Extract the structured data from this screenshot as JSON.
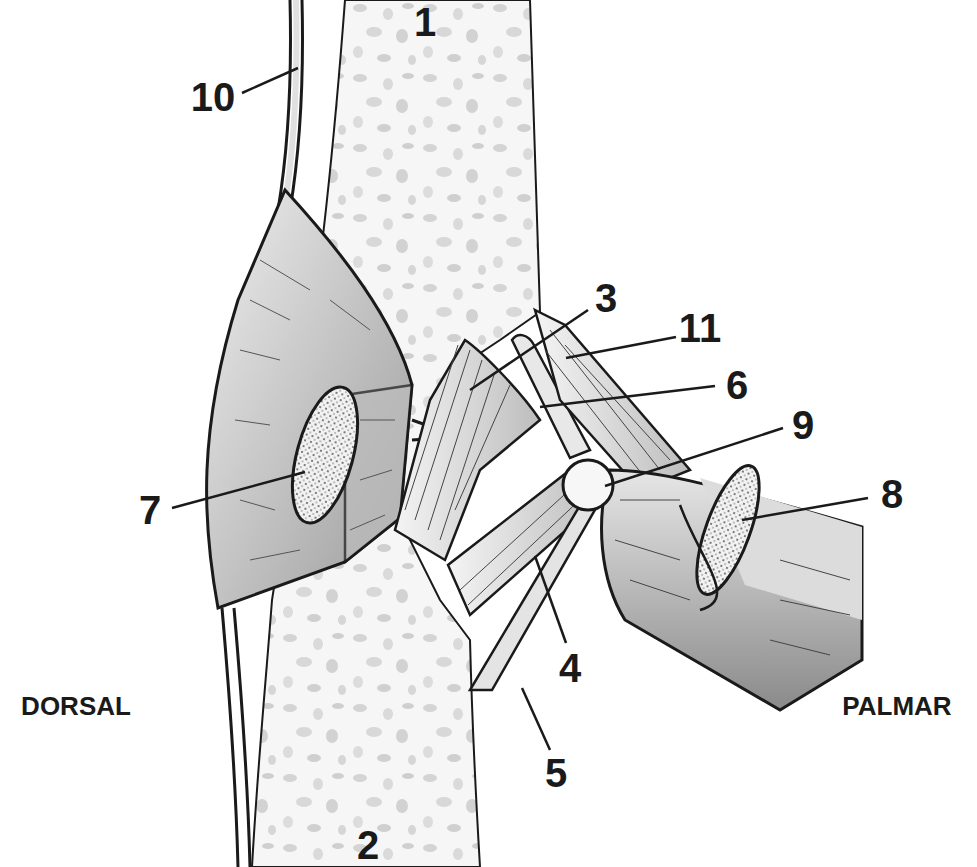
{
  "diagram": {
    "labels": [
      "1",
      "10",
      "3",
      "11",
      "6",
      "9",
      "8",
      "7",
      "4",
      "DORSAL",
      "PALMAR",
      "5",
      "2"
    ]
  }
}
